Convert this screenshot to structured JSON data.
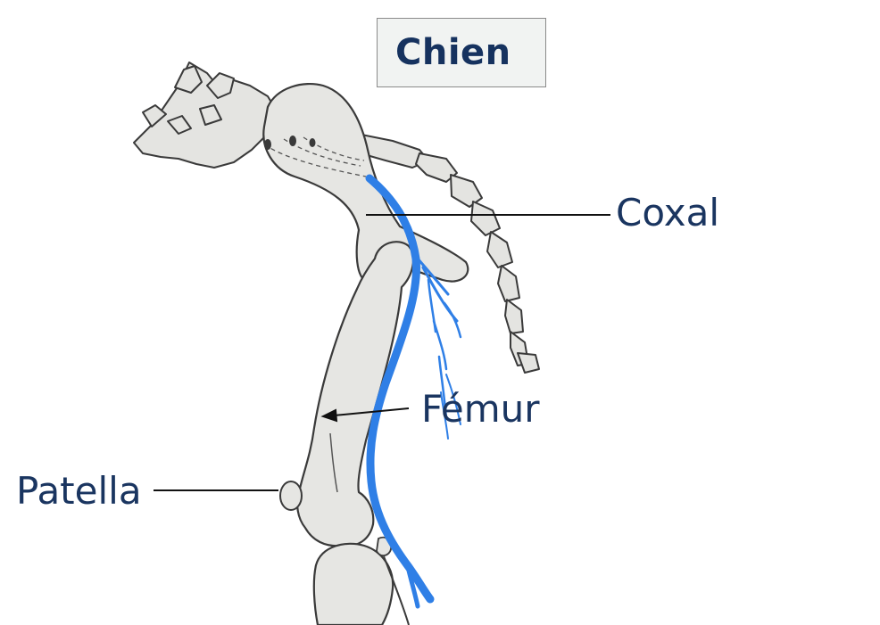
{
  "title": "Chien",
  "labels": {
    "coxal": "Coxal",
    "femur": "Fémur",
    "patella": "Patella"
  },
  "colors": {
    "nerve": "#2f7fe6",
    "bone_fill": "#e6e6e3",
    "bone_outline": "#3a3a3a",
    "label_text": "#1a3560",
    "title_text": "#16325f"
  }
}
